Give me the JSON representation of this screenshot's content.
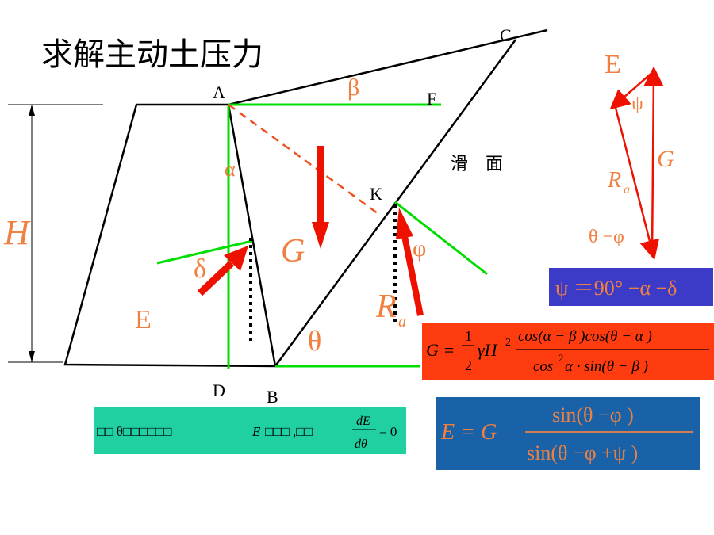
{
  "title": "求解主动土压力",
  "points": {
    "A": "A",
    "B": "B",
    "C": "C",
    "D": "D",
    "F": "F",
    "K": "K"
  },
  "angles": {
    "beta": "β",
    "alpha": "α",
    "delta": "δ",
    "phi": "φ",
    "theta": "θ"
  },
  "labels": {
    "H": "H",
    "E": "E",
    "G": "G",
    "Ra_main": "R",
    "Ra_sub": "a",
    "slip_surface": "滑　面"
  },
  "force_triangle": {
    "E": "E",
    "psi": "ψ",
    "G": "G",
    "Ra_main": "R",
    "Ra_sub": "a",
    "theta_phi": "θ −φ"
  },
  "formulas": {
    "psi": "ψ ＝90° −α −δ",
    "G_lhs": "G =",
    "G_frac_num": "1",
    "G_frac_den": "2",
    "G_gamma": "γH",
    "G_sq": "2",
    "G_num": "cos(α − β )cos(θ − α )",
    "G_den": "cos",
    "G_den_sq": "2",
    "G_den_rest": " α · sin(θ − β )",
    "E_lhs": "E  = G",
    "E_num": "sin(θ −φ )",
    "E_den": "sin(θ −φ +ψ )",
    "cond_text1": "□□ θ□□□□□□",
    "cond_E": "E",
    "cond_text2": "□□□ ,□□",
    "cond_num": "dE",
    "cond_den": "dθ",
    "cond_eq": "= 0"
  },
  "colors": {
    "green_line": "#00dd00",
    "red_arrow": "#ee1100",
    "orange_text": "#f08040",
    "psi_box": "#3b3bc8",
    "G_box": "#ff3b10",
    "cond_box": "#20d0a0",
    "E_box": "#1a62a8"
  }
}
